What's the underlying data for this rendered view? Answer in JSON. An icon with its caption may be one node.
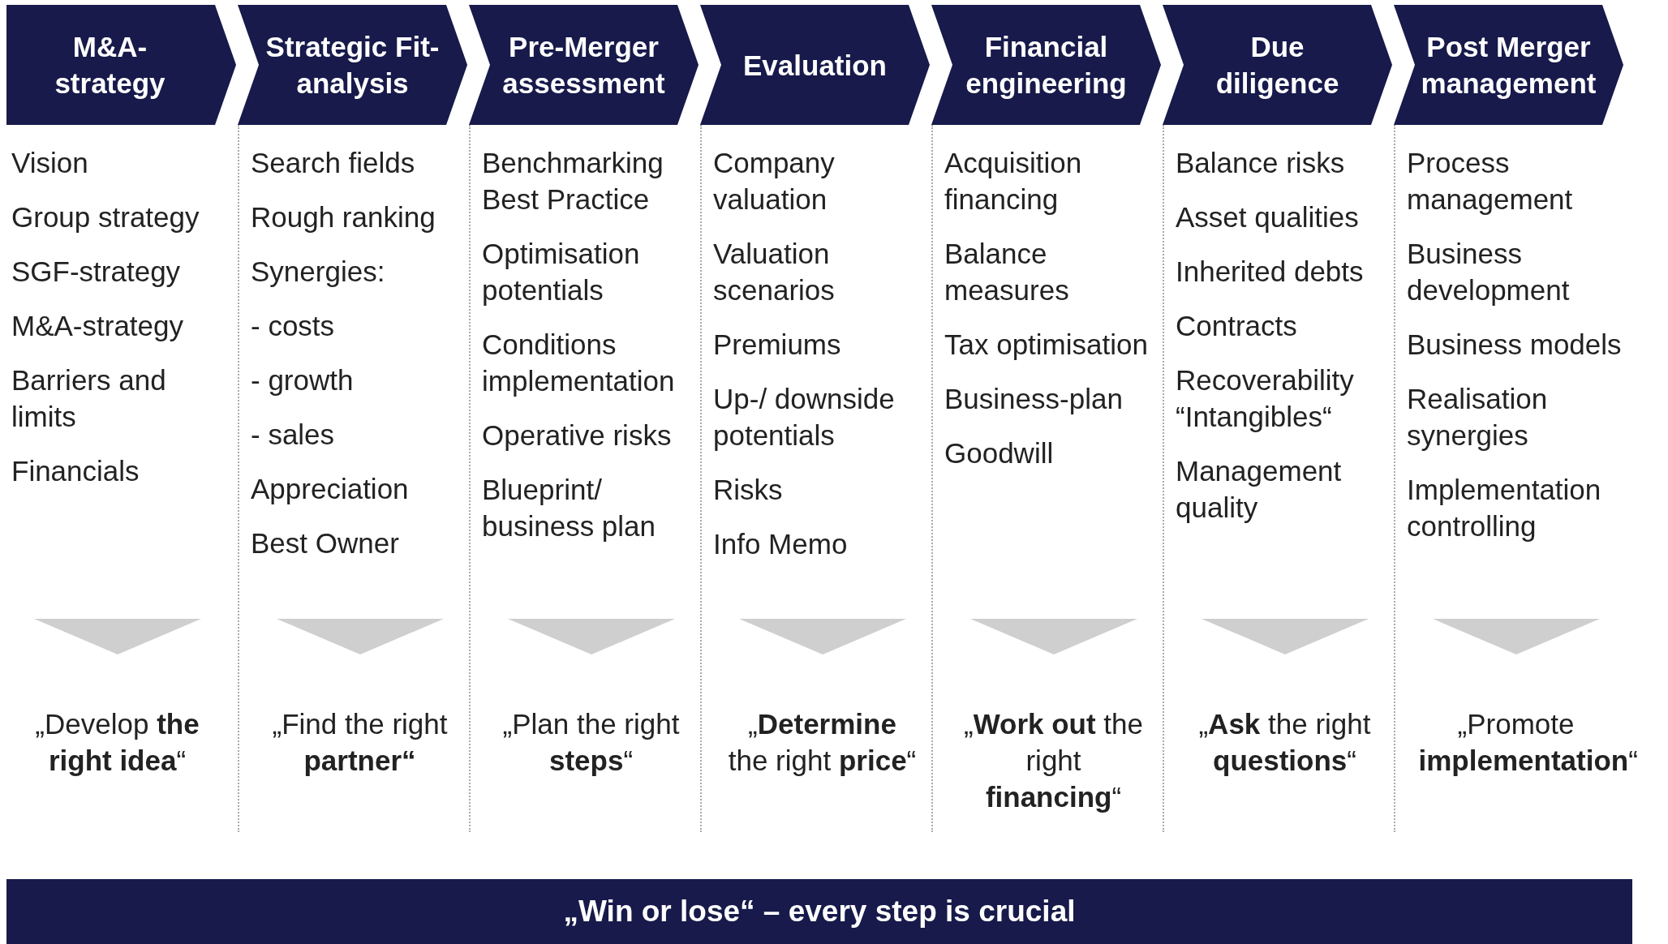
{
  "diagram": {
    "nodes": [
      {
        "text": [
          "M&A-strategy"
        ],
        "beside": [
          "Vision",
          "Group strategy",
          "SGF-strategy",
          "M&A-strategy",
          "Barriers and limits",
          "Financials"
        ]
      },
      {
        "text": [
          "Strategic Fit-analysis"
        ],
        "beside": [
          "Search fields",
          "Rough ranking",
          "Synergies:",
          "- costs",
          "- growth",
          "- sales",
          "Appreciation",
          "Best Owner"
        ]
      },
      {
        "text": [
          "Pre-Merger assessment"
        ],
        "beside": [
          "Benchmarking Best Practice",
          "Optimisation potentials",
          "Conditions implementation",
          "Operative risks",
          "Blueprint/ business plan"
        ]
      },
      {
        "text": [
          "Evaluation"
        ],
        "beside": [
          "Company valuation",
          "Valuation scenarios",
          "Premiums",
          "Up-/ downside potentials",
          "Risks",
          "Info Memo"
        ]
      },
      {
        "text": [
          "Financial engineering"
        ],
        "beside": [
          "Acquisition financing",
          "Balance measures",
          "Tax optimisation",
          "Business-plan",
          "Goodwill"
        ]
      },
      {
        "text": [
          "Due diligence"
        ],
        "beside": [
          "Balance risks",
          "Asset qualities",
          "Inherited debts",
          "Contracts",
          "Recoverability “Intangibles“",
          "Management quality"
        ]
      },
      {
        "text": [
          "Post Merger management"
        ],
        "beside": [
          "Process management",
          "Business development",
          "Business models",
          "Realisation synergies",
          "Implementation controlling"
        ]
      },
      {
        "text": [
          "„Win or lose“ – every step is crucial"
        ]
      }
    ],
    "labels": [
      "„Develop **the right idea**“",
      "„Find the right **partner“**",
      "„Plan the right **steps**“",
      "„**Determine** the right **price**“",
      "„**Work out** the right **financing**“",
      "„**Ask** the right **questions**“",
      "„Promote **implementation**“"
    ]
  }
}
